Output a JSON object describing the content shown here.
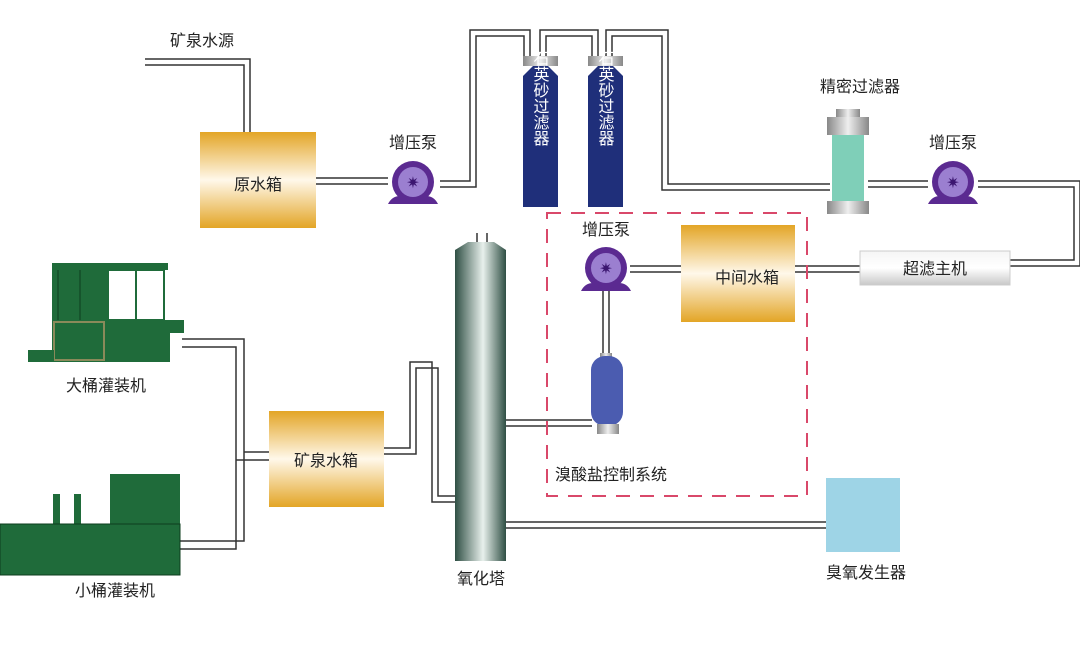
{
  "diagram": {
    "title": "",
    "labels": {
      "source": "矿泉水源",
      "raw_tank": "原水箱",
      "pump1": "增压泵",
      "quartz_filter_1": "石英砂过滤器",
      "quartz_filter_2": "石英砂过滤器",
      "precision_filter": "精密过滤器",
      "pump2": "增压泵",
      "uf_host": "超滤主机",
      "mid_tank": "中间水箱",
      "pump3": "增压泵",
      "bromate_system": "溴酸盐控制系统",
      "oxidation_tower": "氧化塔",
      "ozone_generator": "臭氧发生器",
      "mineral_tank": "矿泉水箱",
      "big_bucket_filler": "大桶灌装机",
      "small_bucket_filler": "小桶灌装机"
    },
    "colors": {
      "tank_gold": "#e3a526",
      "filter_navy": "#1f2f7a",
      "pump_purple": "#5b2a91",
      "pump_inner": "#9b7fd0",
      "precision_teal": "#7fcfb8",
      "machine_green": "#1f6b3a",
      "tower_green": "#3f5f52",
      "ozone_blue": "#9ed4e6",
      "vessel_blue": "#4b5cb0",
      "dashed_red": "#d9486a",
      "pipe": "#333333"
    }
  }
}
